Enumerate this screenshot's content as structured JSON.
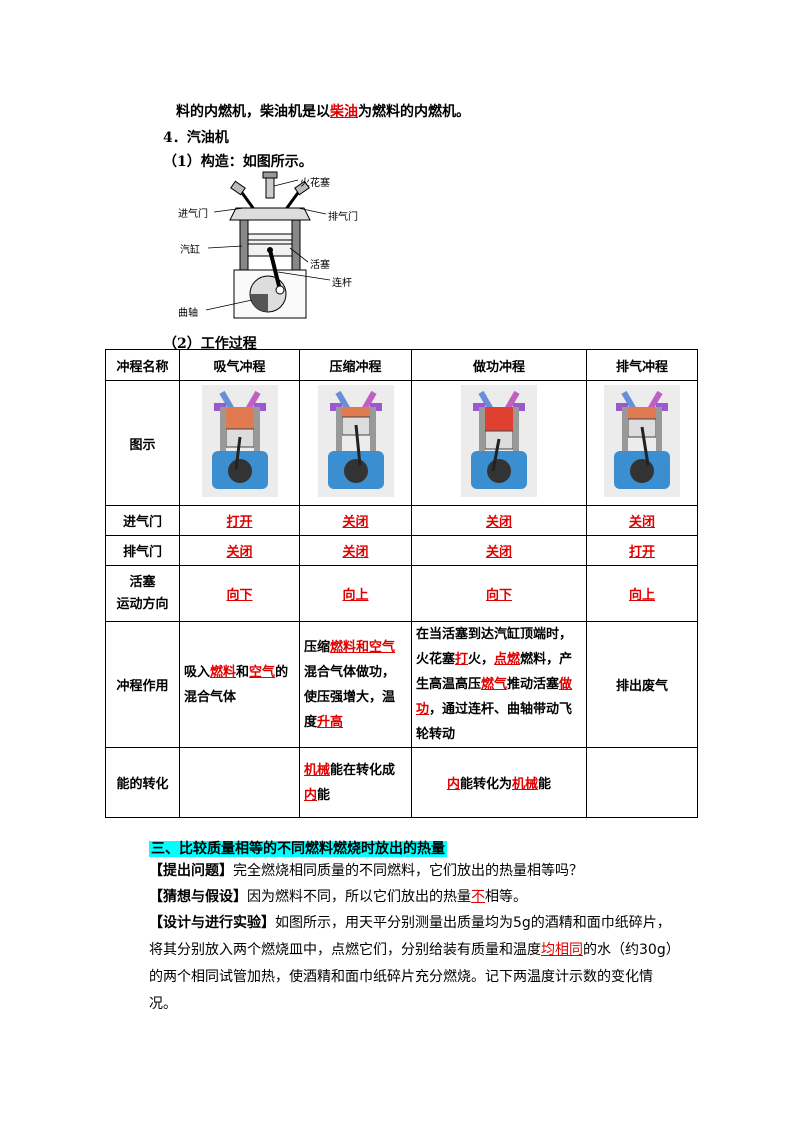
{
  "top": {
    "line1_a": "料的内燃机，柴油机是以",
    "line1_red": "柴油",
    "line1_b": "为燃料的内燃机。",
    "heading4": "4．汽油机",
    "structure": "（1）构造：如图所示。",
    "process": "（2）工作过程"
  },
  "diagram_labels": {
    "spark_plug": "火花塞",
    "intake": "进气门",
    "exhaust": "排气门",
    "cylinder": "汽缸",
    "piston": "活塞",
    "rod": "连杆",
    "crank": "曲轴"
  },
  "table": {
    "headers": [
      "冲程名称",
      "吸气冲程",
      "压缩冲程",
      "做功冲程",
      "排气冲程"
    ],
    "row_diagram": "图示",
    "row_intake": {
      "label": "进气门",
      "values": [
        "打开",
        "关闭",
        "关闭",
        "关闭"
      ]
    },
    "row_exhaust": {
      "label": "排气门",
      "values": [
        "关闭",
        "关闭",
        "关闭",
        "打开"
      ]
    },
    "row_piston": {
      "label1": "活塞",
      "label2": "运动方向",
      "values": [
        "向下",
        "向上",
        "向下",
        "向上"
      ]
    },
    "row_effect": {
      "label": "冲程作用",
      "c1": {
        "a": "吸入",
        "r1": "燃料",
        "b": "和",
        "r2": "空气",
        "c": "的混合气体"
      },
      "c2": {
        "a": "压缩",
        "r1": "燃料和空气",
        "b": "混合气体做功，使压强增大，温度",
        "r2": "升高"
      },
      "c3": {
        "a": "在当活塞到达汽缸顶端时，火花塞",
        "r1": "打",
        "b": "火，",
        "r2": "点燃",
        "c": "燃料，产生高温高压",
        "r3": "燃气",
        "d": "推动活塞",
        "r4": "做功",
        "e": "，通过连杆、曲轴带动飞轮转动"
      },
      "c4": "排出废气"
    },
    "row_energy": {
      "label": "能的转化",
      "c2": {
        "r1": "机械",
        "a": "能在转化成",
        "r2": "内",
        "b": "能"
      },
      "c3": {
        "r1": "内",
        "a": "能转化为",
        "r2": "机械",
        "b": "能"
      }
    }
  },
  "section3": {
    "title": "三、比较质量相等的不同燃料燃烧时放出的热量",
    "q_tag": "【提出问题】",
    "q_text": "完全燃烧相同质量的不同燃料，它们放出的热量相等吗？",
    "h_tag": "【猜想与假设】",
    "h_a": "因为燃料不同，所以它们放出的热量",
    "h_red": "不",
    "h_b": "相等。",
    "d_tag": "【设计与进行实验】",
    "d_a": "如图所示，用天平分别测量出质量均为5g的酒精和面巾纸碎片，将其分别放入两个燃烧皿中，点燃它们，分别给装有质量和温度",
    "d_red": "均相同",
    "d_b": "的水（约30g）的两个相同试管加热，使酒精和面巾纸碎片充分燃烧。记下两温度计示数的变化情况。"
  }
}
